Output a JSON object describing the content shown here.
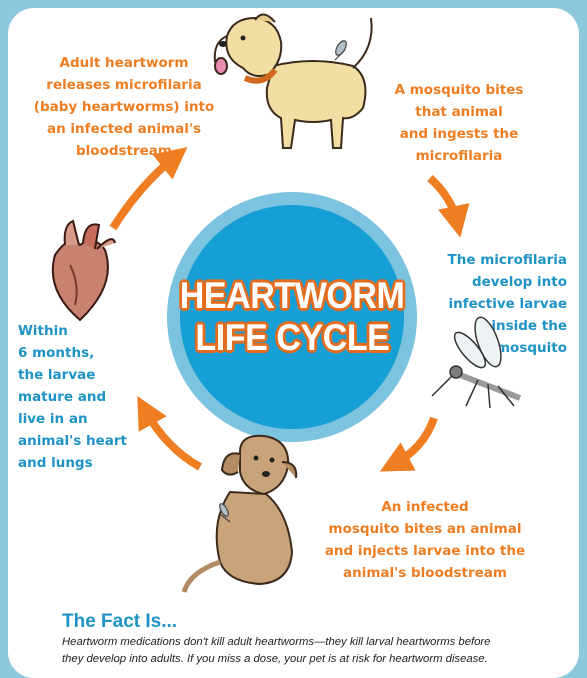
{
  "diagram": {
    "title_line1": "HEARTWORM",
    "title_line2": "LIFE CYCLE",
    "steps": [
      {
        "text_lines": [
          "Adult heartworm",
          "releases microfilaria",
          "(baby heartworms) into",
          "an infected animal's",
          "bloodstream"
        ],
        "color": "#ef7d22",
        "image": "dog-standing-with-mosquito"
      },
      {
        "text_lines": [
          "A mosquito bites",
          "that animal",
          "and ingests the",
          "microfilaria"
        ],
        "color": "#ef7d22"
      },
      {
        "text_lines": [
          "The microfilaria",
          "develop into",
          "infective larvae",
          "inside the",
          "mosquito"
        ],
        "color": "#1e93c6",
        "image": "mosquito"
      },
      {
        "text_lines": [
          "An infected",
          "mosquito bites an animal",
          "and injects larvae into the",
          "animal's bloodstream"
        ],
        "color": "#ef7d22",
        "image": "dog-sitting-scratching"
      },
      {
        "text_lines": [
          "Within",
          "6 months,",
          "the larvae",
          "mature and",
          "live in an",
          "animal's heart",
          "and lungs"
        ],
        "color": "#1e93c6",
        "image": "heart"
      }
    ],
    "arrow_color": "#ef7d22",
    "circle_color": "#169fd5"
  },
  "fact": {
    "title": "The Fact Is...",
    "body_line1": "Heartworm medications don't kill adult heartworms—they kill larval heartworms before",
    "body_line2": "they develop into adults. If you miss a dose, your pet is at risk for heartworm disease."
  }
}
